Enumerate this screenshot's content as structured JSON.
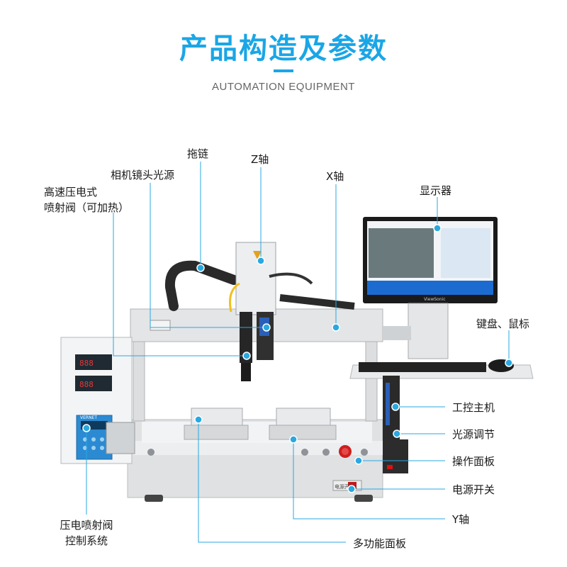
{
  "header": {
    "title": "产品构造及参数",
    "subtitle": "AUTOMATION EQUIPMENT"
  },
  "colors": {
    "accent": "#1aa6e6",
    "subtitle": "#666666",
    "callout": "#2aa8e0",
    "frame": "#d8dadc",
    "panel": "#2b8ad2",
    "led": "#e23a3a",
    "screen": "#1c6bd0"
  },
  "labels": {
    "drag_chain": "拖链",
    "z_axis": "Z轴",
    "camera_lens_light": "相机镜头光源",
    "x_axis": "X轴",
    "valve_line1": "高速压电式",
    "valve_line2": "喷射阀（可加热）",
    "monitor": "显示器",
    "keyboard_mouse": "键盘、鼠标",
    "ipc": "工控主机",
    "light_adjust": "光源调节",
    "operation_panel": "操作面板",
    "power_switch": "电源开关",
    "y_axis": "Y轴",
    "controller_line1": "压电喷射阀",
    "controller_line2": "控制系统",
    "multi_panel": "多功能面板"
  },
  "machine": {
    "monitor_brand": "ViewSonic",
    "controller_brand": "VERNET",
    "switch_text": "电源开关"
  },
  "icons": {
    "callout_dot": "callout-dot-icon",
    "emergency_stop": "emergency-stop-icon"
  }
}
